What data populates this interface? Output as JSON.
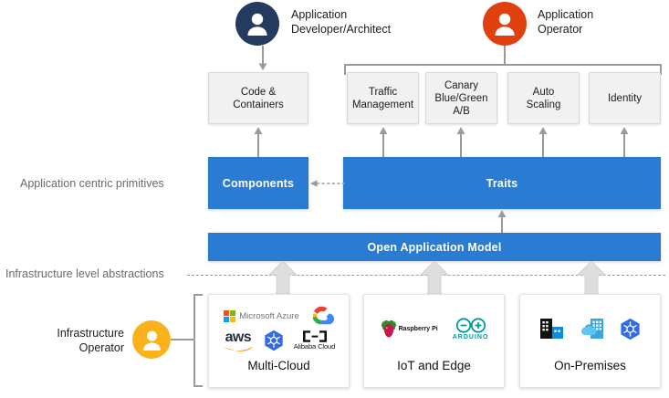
{
  "diagram": {
    "title": "Open Application Model layered architecture",
    "colors": {
      "blue": "#2a7cd3",
      "developer_avatar": "#233b5e",
      "operator_avatar": "#e0400d",
      "infra_avatar": "#f9b21b",
      "gray_box": "#f1f1f1",
      "gray_text": "#6a6a6a",
      "arrow_gray": "#9a9a9a",
      "block_arrow": "#dedede"
    }
  },
  "personas": {
    "developer": {
      "label": "Application\nDeveloper/Architect",
      "avatar_name": "person-avatar"
    },
    "operator": {
      "label": "Application\nOperator",
      "avatar_name": "person-avatar"
    },
    "infrastructure": {
      "label": "Infrastructure\nOperator",
      "avatar_name": "person-avatar"
    }
  },
  "section_labels": {
    "app_centric": "Application centric primitives",
    "infra_abstractions": "Infrastructure level abstractions"
  },
  "workload": {
    "code_containers": "Code &\nContainers"
  },
  "traits": [
    {
      "label": "Traffic\nManagement"
    },
    {
      "label": "Canary\nBlue/Green\nA/B"
    },
    {
      "label": "Auto\nScaling"
    },
    {
      "label": "Identity"
    }
  ],
  "primitives": {
    "components": "Components",
    "traits": "Traits"
  },
  "model": {
    "name": "Open Application Model"
  },
  "platforms": [
    {
      "title": "Multi-Cloud",
      "logos": [
        {
          "name": "microsoft-azure-logo",
          "text": "Microsoft Azure"
        },
        {
          "name": "google-cloud-logo",
          "text": ""
        },
        {
          "name": "aws-logo",
          "text": "aws"
        },
        {
          "name": "kubernetes-logo",
          "text": ""
        },
        {
          "name": "alibaba-cloud-logo",
          "text": "Alibaba Cloud"
        }
      ]
    },
    {
      "title": "IoT and Edge",
      "logos": [
        {
          "name": "raspberry-pi-logo",
          "text": "Raspberry Pi"
        },
        {
          "name": "arduino-logo",
          "text": "ARDUINO"
        }
      ]
    },
    {
      "title": "On-Premises",
      "logos": [
        {
          "name": "datacenter-building-icon",
          "text": ""
        },
        {
          "name": "azure-stack-cloud-building-icon",
          "text": ""
        },
        {
          "name": "kubernetes-logo",
          "text": ""
        }
      ]
    }
  ]
}
